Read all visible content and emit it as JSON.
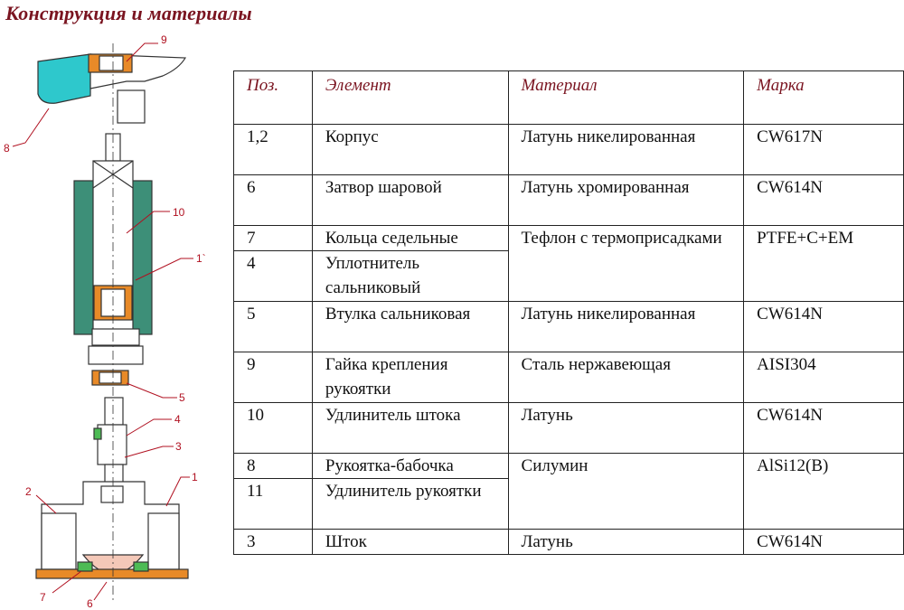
{
  "title": "Конструкция и материалы",
  "drawing": {
    "callouts": [
      "9",
      "8",
      "10",
      "1`",
      "5",
      "4",
      "3",
      "2",
      "1",
      "7",
      "6"
    ],
    "colors": {
      "handle": "#2ec8cc",
      "body": "#3d8f78",
      "bushing": "#e88a28",
      "seal": "#4dbb55",
      "ball": "#f4c8b8",
      "callout": "#b01020"
    }
  },
  "table": {
    "headers": [
      "Поз.",
      "Элемент",
      "Материал",
      "Марка"
    ],
    "rows": [
      {
        "pos": "1,2",
        "element": "Корпус",
        "material": "Латунь никелированная",
        "mark": "CW617N"
      },
      {
        "pos": "6",
        "element": "Затвор шаровой",
        "material": "Латунь хромированная",
        "mark": "CW614N"
      },
      {
        "pos": "7",
        "element": "Кольца седельные",
        "material": "Тефлон  с термоприсадками",
        "mark": "PTFE+C+EM"
      },
      {
        "pos": "4",
        "element": "Уплотнитель сальниковый"
      },
      {
        "pos": "5",
        "element": "Втулка сальниковая",
        "material": "Латунь никелированная",
        "mark": "CW614N"
      },
      {
        "pos": "9",
        "element": "Гайка крепления рукоятки",
        "material": "Сталь нержавеющая",
        "mark": "AISI304"
      },
      {
        "pos": "10",
        "element": "Удлинитель штока",
        "material": "Латунь",
        "mark": "CW614N"
      },
      {
        "pos": "8",
        "element": "Рукоятка-бабочка",
        "material": "Силумин",
        "mark": "AlSi12(B)"
      },
      {
        "pos": "11",
        "element": "Удлинитель рукоятки"
      },
      {
        "pos": "3",
        "element": "Шток",
        "material": "Латунь",
        "mark": "CW614N"
      }
    ]
  }
}
